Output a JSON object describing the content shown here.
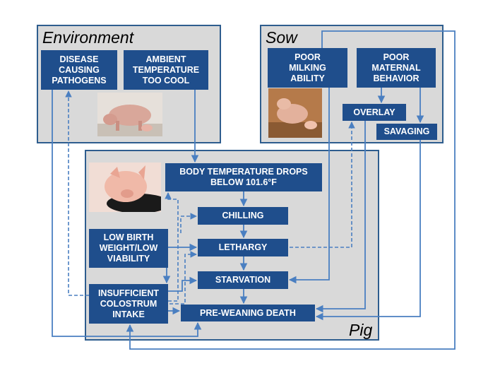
{
  "regions": {
    "environment": "Environment",
    "sow": "Sow",
    "pig": "Pig"
  },
  "boxes": {
    "pathogens": "DISEASE\nCAUSING\nPATHOGENS",
    "ambient": "AMBIENT\nTEMPERATURE\nTOO COOL",
    "poor_milking": "POOR\nMILKING\nABILITY",
    "poor_maternal": "POOR\nMATERNAL\nBEHAVIOR",
    "overlay": "OVERLAY",
    "savaging": "SAVAGING",
    "body_temp": "BODY TEMPERATURE DROPS\nBELOW 101.6°F",
    "chilling": "CHILLING",
    "lethargy": "LETHARGY",
    "starvation": "STARVATION",
    "low_birth": "LOW BIRTH\nWEIGHT/LOW\nVIABILITY",
    "colostrum": "INSUFFICIENT\nCOLOSTRUM\nINTAKE",
    "death": "PRE-WEANING DEATH"
  },
  "colors": {
    "box_fill": "#1f4e8c",
    "region_fill": "#d9d9d9",
    "arrow": "#4a7fc1"
  }
}
